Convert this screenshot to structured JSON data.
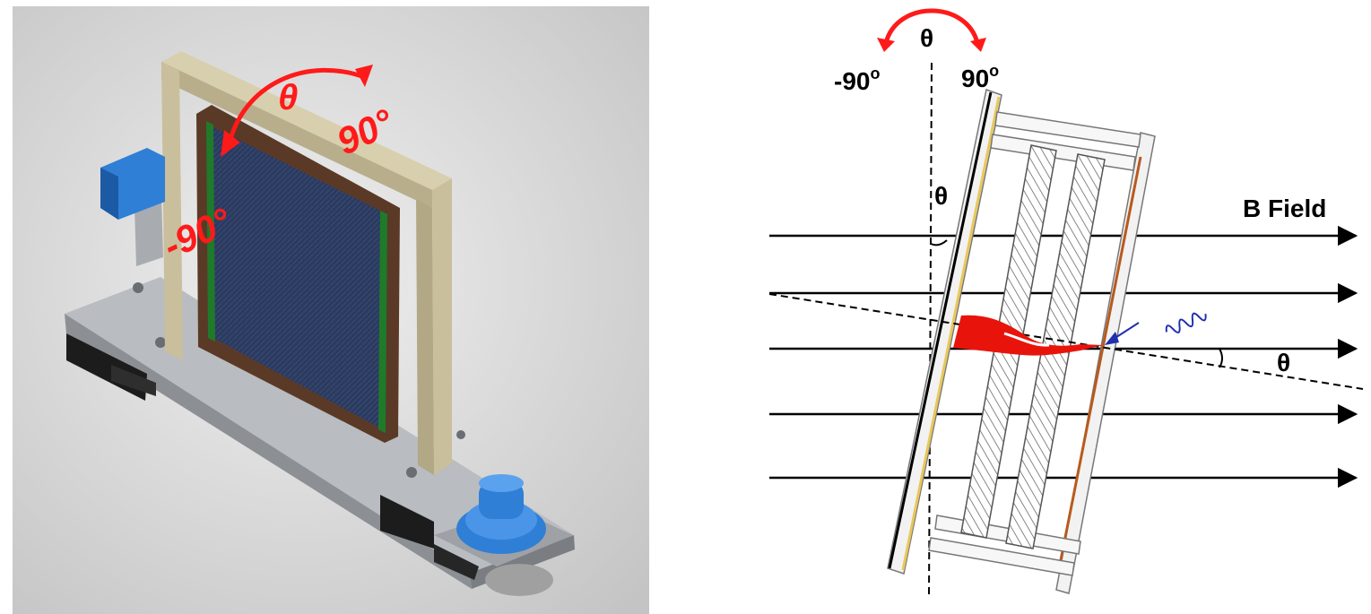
{
  "left_render": {
    "theta_label": "θ",
    "plus_angle_label": "90°",
    "minus_angle_label": "-90°",
    "colors": {
      "background": "#d8d8d8",
      "arrow": "#ff1a1a",
      "frame": "#c9bf9c",
      "panel": "#2c3a5e",
      "motor": "#2f7fd6"
    }
  },
  "right_diagram": {
    "theta_top_label": "θ",
    "minus_angle_label": "-90",
    "minus_angle_sup": "o",
    "plus_angle_label": "90",
    "plus_angle_sup": "o",
    "theta_detector_label": "θ",
    "theta_track_label": "θ",
    "field_label": "B Field",
    "colors": {
      "arrow": "#ff1a1a",
      "track": "#e8140c",
      "photon": "#1f2fb0",
      "front_plate": "#e8c85a",
      "back_plate": "#b85a1e"
    }
  }
}
